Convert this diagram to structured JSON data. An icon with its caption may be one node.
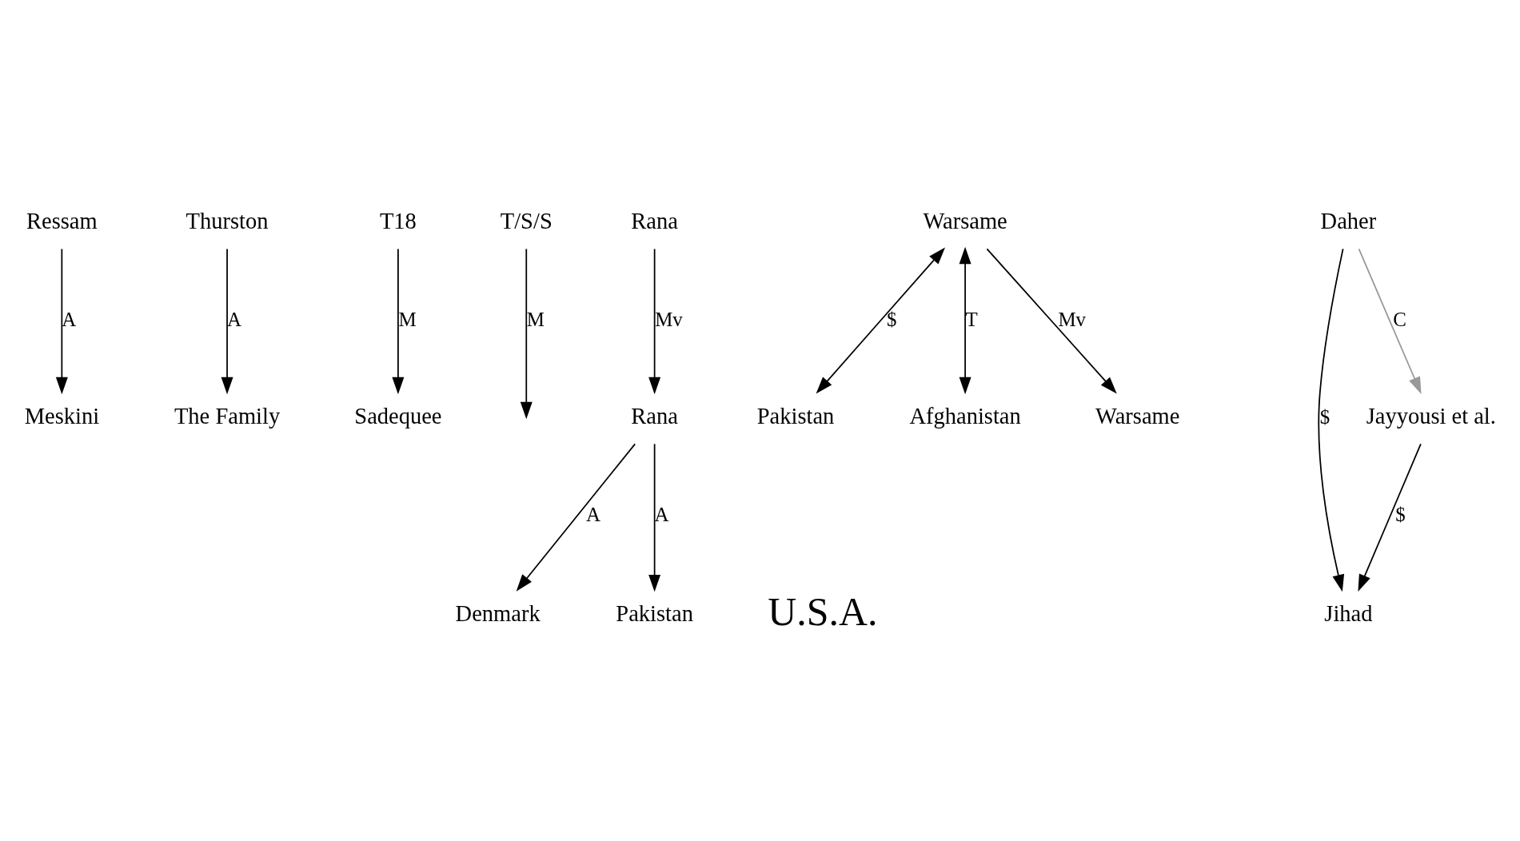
{
  "diagram": {
    "nodes": [
      {
        "text": [
          "Ressam"
        ]
      },
      {
        "text": [
          "Thurston"
        ]
      },
      {
        "text": [
          "T18"
        ]
      },
      {
        "text": [
          "T/S/S"
        ]
      },
      {
        "text": [
          "Rana"
        ]
      },
      {
        "text": [
          "Warsame"
        ]
      },
      {
        "text": [
          "Pakistan"
        ]
      },
      {
        "text": [
          "Afghanistan"
        ]
      },
      {
        "text": [
          "Daher"
        ]
      },
      {
        "text": [
          "Jihad"
        ]
      },
      {
        "text": [
          "Meskini"
        ]
      },
      {
        "text": [
          "The Family"
        ]
      },
      {
        "text": [
          "Sadequee"
        ]
      },
      {
        "text": [
          "Warsame"
        ]
      },
      {
        "text": [
          "Jayyousi et al."
        ]
      },
      {
        "text": [
          "Rana"
        ]
      },
      {
        "text": [
          "Denmark"
        ]
      },
      {
        "text": [
          "Pakistan"
        ]
      }
    ],
    "edges": [
      {
        "from": 0,
        "to": 10,
        "arrow": "to",
        "label": "A"
      },
      {
        "from": 1,
        "to": 11,
        "arrow": "to",
        "label": "A"
      },
      {
        "from": 2,
        "to": 12,
        "arrow": "to",
        "label": "M"
      },
      {
        "from": 3,
        "to": null,
        "arrow": "to",
        "label": "M"
      },
      {
        "from": 4,
        "to": 15,
        "arrow": "to",
        "label": "Mv"
      },
      {
        "from": 5,
        "to": 13,
        "arrow": "to",
        "label": "Mv"
      },
      {
        "from": 5,
        "to": 6,
        "arrow": "both",
        "label": "$"
      },
      {
        "from": 5,
        "to": 7,
        "arrow": "both",
        "label": "T"
      },
      {
        "from": 8,
        "to": 9,
        "arrow": "to",
        "label": "$"
      },
      {
        "from": 8,
        "to": 14,
        "arrow": "to",
        "label": "C",
        "color": "#999999"
      },
      {
        "from": 14,
        "to": 9,
        "arrow": "to",
        "label": "$"
      },
      {
        "from": 15,
        "to": 16,
        "arrow": "to",
        "label": "A"
      },
      {
        "from": 15,
        "to": 17,
        "arrow": "to",
        "label": "A"
      }
    ],
    "labels": [
      "U.S.A."
    ]
  }
}
